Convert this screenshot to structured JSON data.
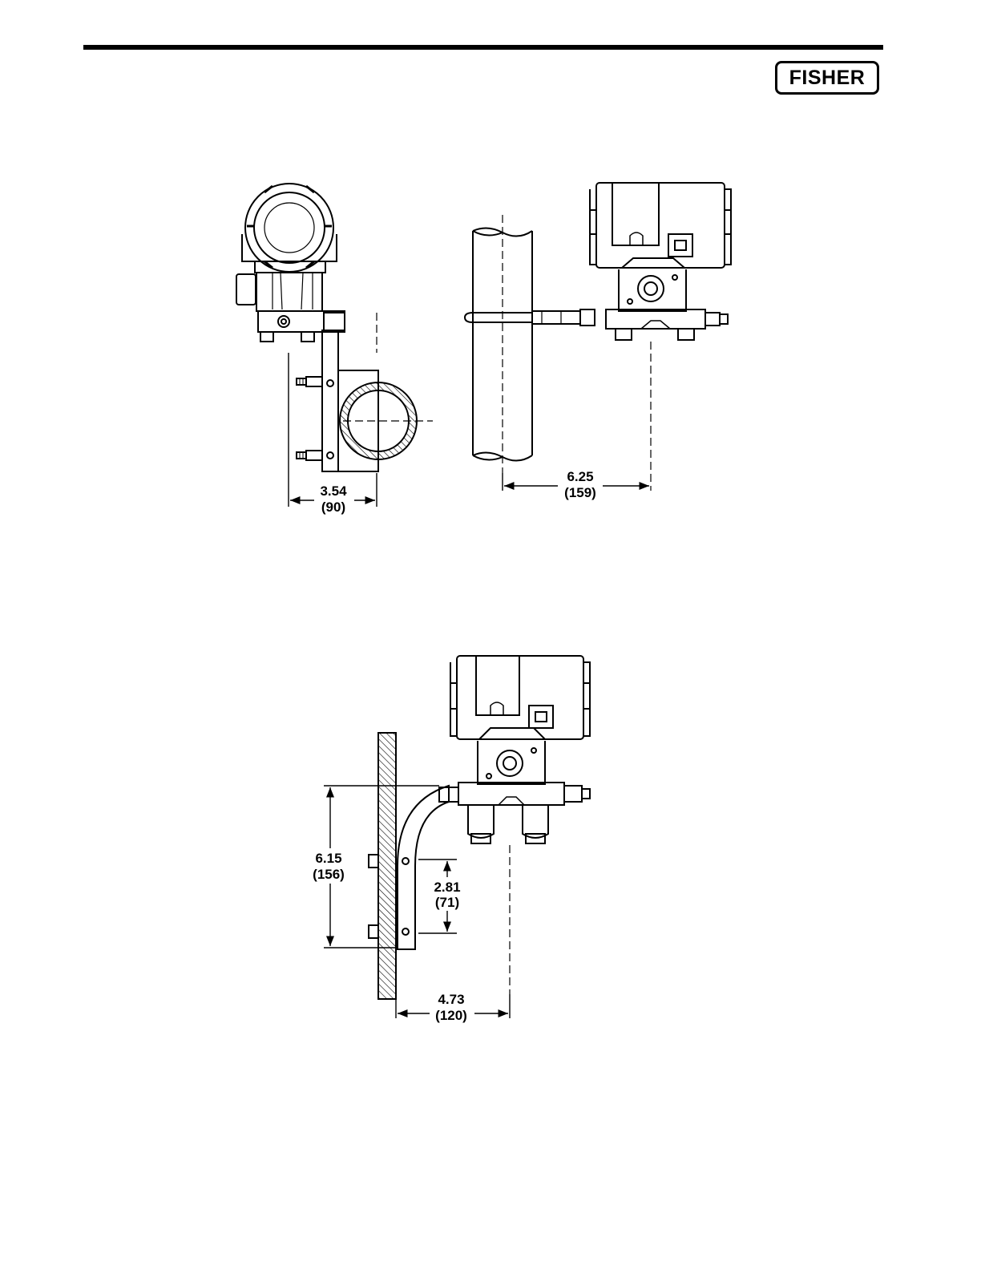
{
  "header": {
    "logo_text": "FISHER"
  },
  "dimensions": {
    "side_width": {
      "value": "3.54",
      "metric": "(90)"
    },
    "pipe_offset": {
      "value": "6.25",
      "metric": "(159)"
    },
    "panel_height": {
      "value": "6.15",
      "metric": "(156)"
    },
    "bolt_spacing": {
      "value": "2.81",
      "metric": "(71)"
    },
    "panel_offset": {
      "value": "4.73",
      "metric": "(120)"
    }
  }
}
